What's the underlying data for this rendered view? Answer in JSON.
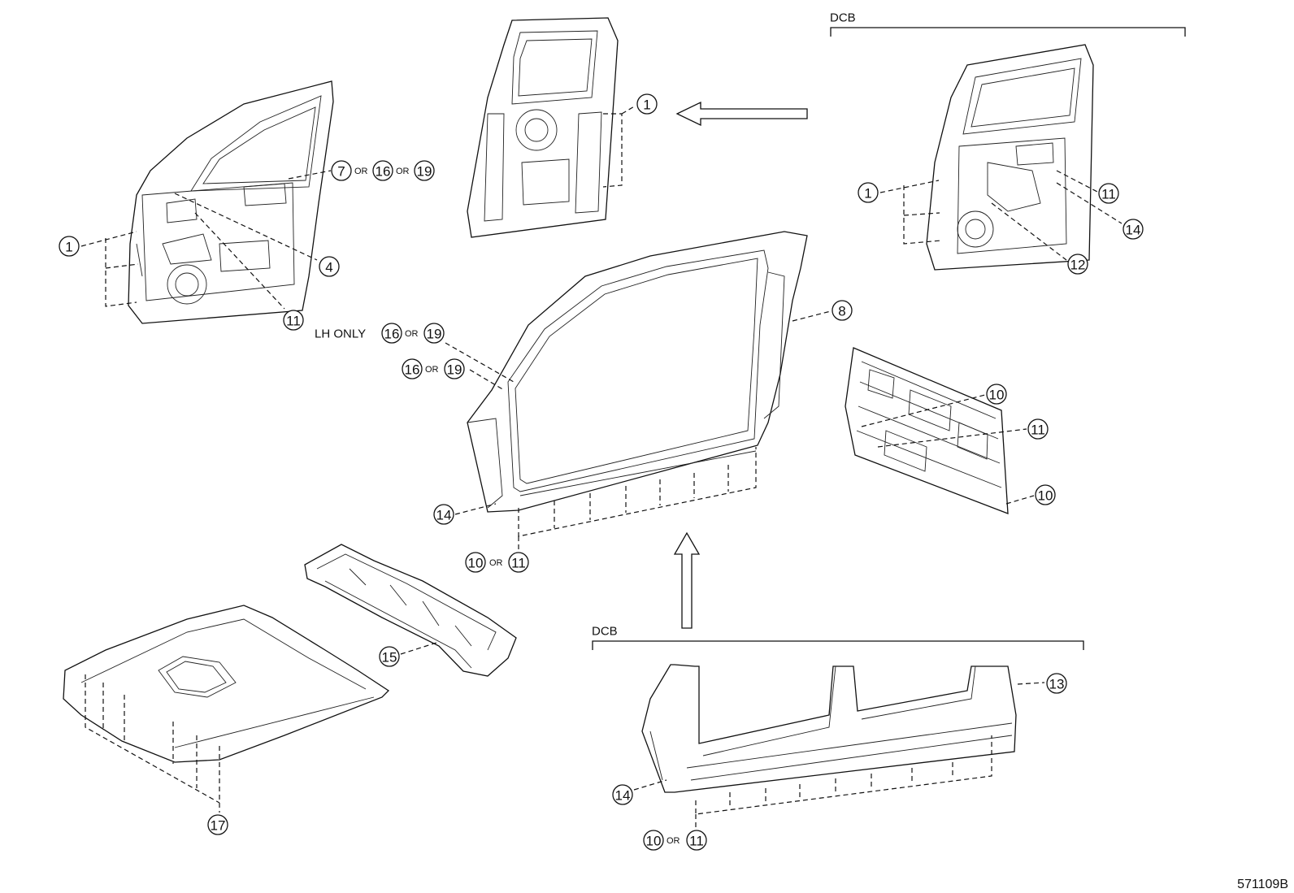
{
  "group_labels": {
    "dcb_top": "DCB",
    "dcb_bottom": "DCB",
    "lh_only": "LH ONLY"
  },
  "or_text": "OR",
  "diagram_code": "571109B",
  "callouts": {
    "front_door_1": "1",
    "front_door_4": "4",
    "front_door_11": "11",
    "front_door_7": "7",
    "front_door_16": "16",
    "front_door_19": "19",
    "rear_door_top_1": "1",
    "dcb_door_1": "1",
    "dcb_door_11": "11",
    "dcb_door_14": "14",
    "dcb_door_12": "12",
    "side_8": "8",
    "side_lh_16": "16",
    "side_lh_19": "19",
    "side_16": "16",
    "side_19": "19",
    "side_14": "14",
    "side_10": "10",
    "side_11": "11",
    "back_10a": "10",
    "back_11": "11",
    "back_10b": "10",
    "cowl_15": "15",
    "hood_17": "17",
    "dcb_side_13": "13",
    "dcb_side_14": "14",
    "dcb_side_10": "10",
    "dcb_side_11": "11"
  }
}
